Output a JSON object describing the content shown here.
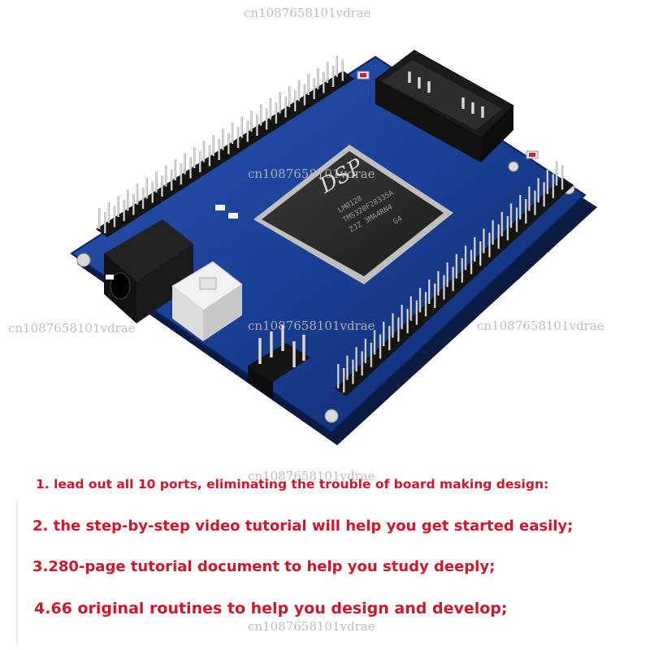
{
  "chip": {
    "brand": "DSP",
    "lines": [
      "LM0128",
      "TMS320F28335A",
      "ZJZ 3MA4RN4",
      "G4"
    ]
  },
  "features": [
    "1. lead out all 10 ports, eliminating the trouble of board making design:",
    "2. the step-by-step video tutorial will help you get started easily;",
    "3.280-page tutorial document to help you study deeply;",
    "4.66 original routines to help you design and develop;"
  ],
  "watermark": "cn1087658101vdrae",
  "colors": {
    "feature_text": "#d3152a",
    "board": "#123a8c",
    "chip": "#2b2b2b",
    "watermark": "#b9b9b9"
  }
}
